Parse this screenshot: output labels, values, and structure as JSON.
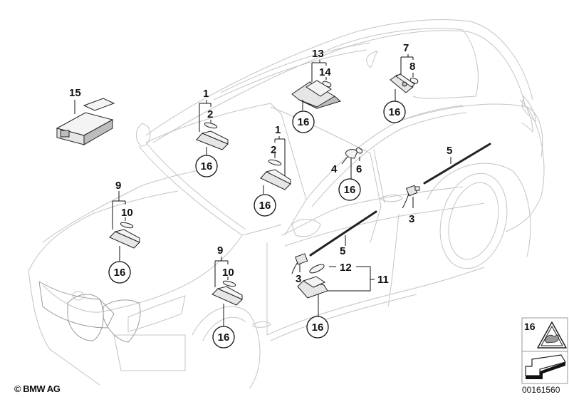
{
  "diagram": {
    "title": "Interior lighting parts — BMW 3 series coupé",
    "copyright": "© BMW AG",
    "diagram_number": "00161560",
    "callouts": [
      {
        "id": "c1a",
        "label": "1"
      },
      {
        "id": "c2a",
        "label": "2"
      },
      {
        "id": "c16a",
        "label": "16"
      },
      {
        "id": "c1b",
        "label": "1"
      },
      {
        "id": "c2b",
        "label": "2"
      },
      {
        "id": "c16b",
        "label": "16"
      },
      {
        "id": "c13",
        "label": "13"
      },
      {
        "id": "c14",
        "label": "14"
      },
      {
        "id": "c16c",
        "label": "16"
      },
      {
        "id": "c7",
        "label": "7"
      },
      {
        "id": "c8",
        "label": "8"
      },
      {
        "id": "c16d",
        "label": "16"
      },
      {
        "id": "c15",
        "label": "15"
      },
      {
        "id": "c4",
        "label": "4"
      },
      {
        "id": "c6",
        "label": "6"
      },
      {
        "id": "c16e",
        "label": "16"
      },
      {
        "id": "c5a",
        "label": "5"
      },
      {
        "id": "c3a",
        "label": "3"
      },
      {
        "id": "c9a",
        "label": "9"
      },
      {
        "id": "c10a",
        "label": "10"
      },
      {
        "id": "c16f",
        "label": "16"
      },
      {
        "id": "c5b",
        "label": "5"
      },
      {
        "id": "c3b",
        "label": "3"
      },
      {
        "id": "c12",
        "label": "12"
      },
      {
        "id": "c11",
        "label": "11"
      },
      {
        "id": "c16g",
        "label": "16"
      },
      {
        "id": "c9b",
        "label": "9"
      },
      {
        "id": "c10b",
        "label": "10"
      },
      {
        "id": "c16h",
        "label": "16"
      }
    ],
    "legend": {
      "label": "16",
      "icon": "electrostatic-warning-icon",
      "arrow_icon": "direction-arrow-icon"
    }
  }
}
